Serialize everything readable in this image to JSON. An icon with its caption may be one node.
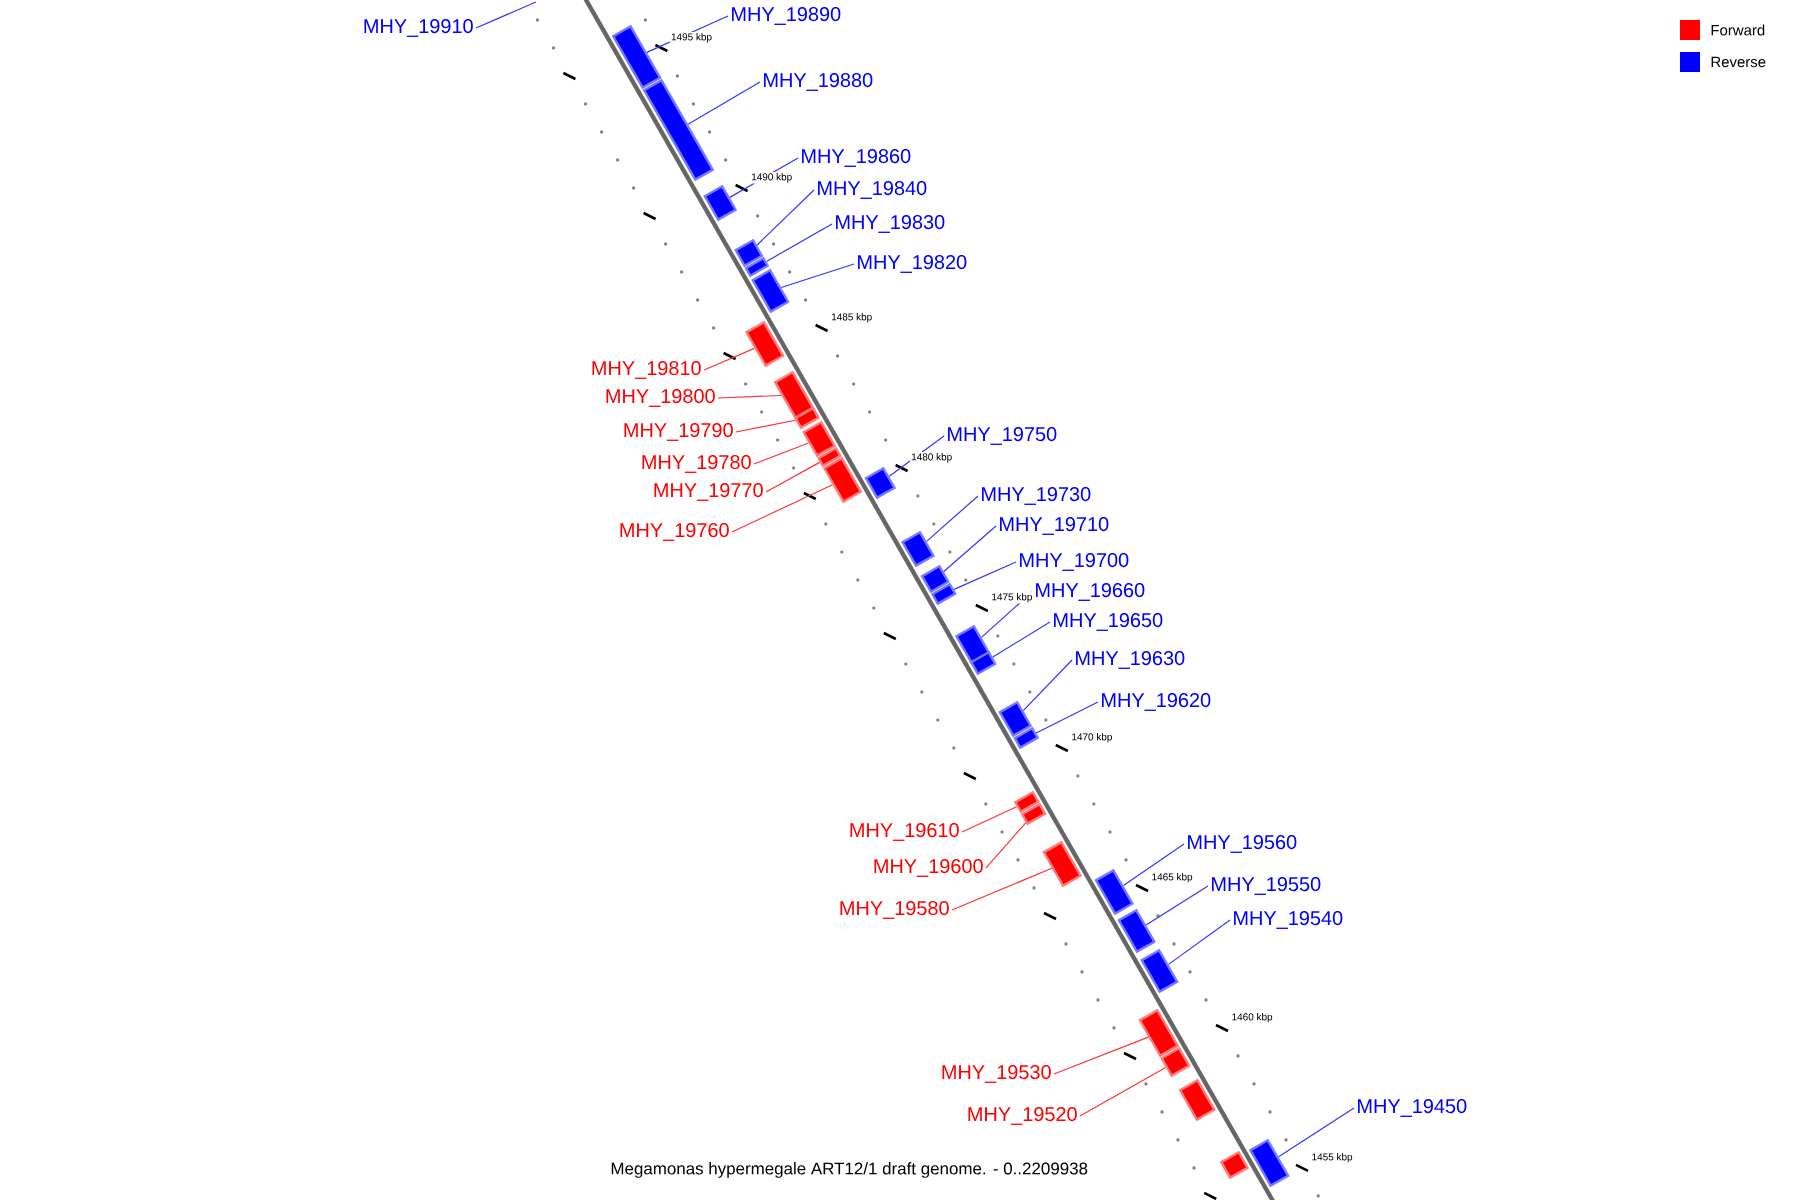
{
  "diagram": {
    "caption": "Megamonas hypermegale ART12/1 draft genome. - 0..2209938",
    "nodes": [
      {
        "text": [
          "MHY_19910"
        ]
      },
      {
        "text": [
          "MHY_19890"
        ]
      },
      {
        "text": [],
        "shape": "box"
      },
      {
        "text": [
          "MHY_19880"
        ]
      },
      {
        "text": [],
        "shape": "box"
      },
      {
        "text": [
          "MHY_19860"
        ]
      },
      {
        "text": [],
        "shape": "box"
      },
      {
        "text": [
          "MHY_19840"
        ]
      },
      {
        "text": [],
        "shape": "box"
      },
      {
        "text": [
          "MHY_19830"
        ]
      },
      {
        "text": [],
        "shape": "box"
      },
      {
        "text": [
          "MHY_19820"
        ]
      },
      {
        "text": [],
        "shape": "box"
      },
      {
        "text": [
          "MHY_19810"
        ]
      },
      {
        "text": [],
        "shape": "box"
      },
      {
        "text": [
          "MHY_19800"
        ]
      },
      {
        "text": [],
        "shape": "box"
      },
      {
        "text": [
          "MHY_19790"
        ]
      },
      {
        "text": [],
        "shape": "box"
      },
      {
        "text": [
          "MHY_19780"
        ]
      },
      {
        "text": [],
        "shape": "box"
      },
      {
        "text": [
          "MHY_19770"
        ]
      },
      {
        "text": [],
        "shape": "box"
      },
      {
        "text": [
          "MHY_19760"
        ]
      },
      {
        "text": [],
        "shape": "box"
      },
      {
        "text": [
          "MHY_19750"
        ]
      },
      {
        "text": [],
        "shape": "box"
      },
      {
        "text": [
          "MHY_19730"
        ]
      },
      {
        "text": [],
        "shape": "box"
      },
      {
        "text": [
          "MHY_19710"
        ]
      },
      {
        "text": [],
        "shape": "box"
      },
      {
        "text": [
          "MHY_19700"
        ]
      },
      {
        "text": [],
        "shape": "box"
      },
      {
        "text": [
          "MHY_19660"
        ]
      },
      {
        "text": [],
        "shape": "box"
      },
      {
        "text": [
          "MHY_19650"
        ]
      },
      {
        "text": [],
        "shape": "box"
      },
      {
        "text": [
          "MHY_19630"
        ]
      },
      {
        "text": [],
        "shape": "box"
      },
      {
        "text": [
          "MHY_19620"
        ]
      },
      {
        "text": [],
        "shape": "box"
      },
      {
        "text": [
          "MHY_19610"
        ]
      },
      {
        "text": [],
        "shape": "box"
      },
      {
        "text": [
          "MHY_19600"
        ]
      },
      {
        "text": [],
        "shape": "box"
      },
      {
        "text": [
          "MHY_19580"
        ]
      },
      {
        "text": [],
        "shape": "box"
      },
      {
        "text": [
          "MHY_19560"
        ]
      },
      {
        "text": [],
        "shape": "box"
      },
      {
        "text": [
          "MHY_19550"
        ]
      },
      {
        "text": [],
        "shape": "box"
      },
      {
        "text": [
          "MHY_19540"
        ]
      },
      {
        "text": [],
        "shape": "box"
      },
      {
        "text": [
          "MHY_19530"
        ]
      },
      {
        "text": [],
        "shape": "box"
      },
      {
        "text": [
          "MHY_19520"
        ]
      },
      {
        "text": [],
        "shape": "box"
      },
      {
        "text": [
          "MHY_19450"
        ]
      },
      {
        "text": [],
        "shape": "box"
      },
      {
        "text": [],
        "shape": "box"
      },
      {
        "text": [],
        "shape": "box"
      }
    ],
    "edges": [
      {
        "from": 0,
        "to": null,
        "arrow": "none"
      },
      {
        "from": 1,
        "to": 2,
        "arrow": "none"
      },
      {
        "from": 3,
        "to": 4,
        "arrow": "none"
      },
      {
        "from": 5,
        "to": 6,
        "arrow": "none"
      },
      {
        "from": 7,
        "to": 8,
        "arrow": "none"
      },
      {
        "from": 9,
        "to": 10,
        "arrow": "none"
      },
      {
        "from": 11,
        "to": 12,
        "arrow": "none"
      },
      {
        "from": 13,
        "to": 14,
        "arrow": "none",
        "color": "#ff3333"
      },
      {
        "from": 15,
        "to": 16,
        "arrow": "none",
        "color": "#ff3333"
      },
      {
        "from": 17,
        "to": 18,
        "arrow": "none",
        "color": "#ff3333"
      },
      {
        "from": 19,
        "to": 20,
        "arrow": "none",
        "color": "#ff3333"
      },
      {
        "from": 21,
        "to": 22,
        "arrow": "none",
        "color": "#ff3333"
      },
      {
        "from": 23,
        "to": 24,
        "arrow": "none",
        "color": "#ff3333"
      },
      {
        "from": 25,
        "to": 26,
        "arrow": "none"
      },
      {
        "from": 27,
        "to": 28,
        "arrow": "none"
      },
      {
        "from": 29,
        "to": 30,
        "arrow": "none"
      },
      {
        "from": 31,
        "to": 32,
        "arrow": "none"
      },
      {
        "from": 33,
        "to": 34,
        "arrow": "none"
      },
      {
        "from": 35,
        "to": 36,
        "arrow": "none"
      },
      {
        "from": 37,
        "to": 38,
        "arrow": "none"
      },
      {
        "from": 39,
        "to": 40,
        "arrow": "none"
      },
      {
        "from": 41,
        "to": 42,
        "arrow": "none",
        "color": "#ff3333"
      },
      {
        "from": 43,
        "to": 44,
        "arrow": "none",
        "color": "#ff3333"
      },
      {
        "from": 45,
        "to": 46,
        "arrow": "none",
        "color": "#ff3333"
      },
      {
        "from": 47,
        "to": 48,
        "arrow": "none"
      },
      {
        "from": 49,
        "to": 50,
        "arrow": "none"
      },
      {
        "from": 51,
        "to": 52,
        "arrow": "none"
      },
      {
        "from": 53,
        "to": 54,
        "arrow": "none",
        "color": "#ff3333"
      },
      {
        "from": 55,
        "to": 56,
        "arrow": "none",
        "color": "#ff3333"
      },
      {
        "from": 57,
        "to": 58,
        "arrow": "none"
      }
    ],
    "labels": [
      "1495 kbp",
      "1490 kbp",
      "1485 kbp",
      "1480 kbp",
      "1475 kbp",
      "1470 kbp",
      "1465 kbp",
      "1460 kbp",
      "1455 kbp"
    ],
    "legend": [
      {
        "text": "Forward",
        "color": "#ff0000"
      },
      {
        "text": "Reverse",
        "color": "#0000ff"
      }
    ]
  }
}
